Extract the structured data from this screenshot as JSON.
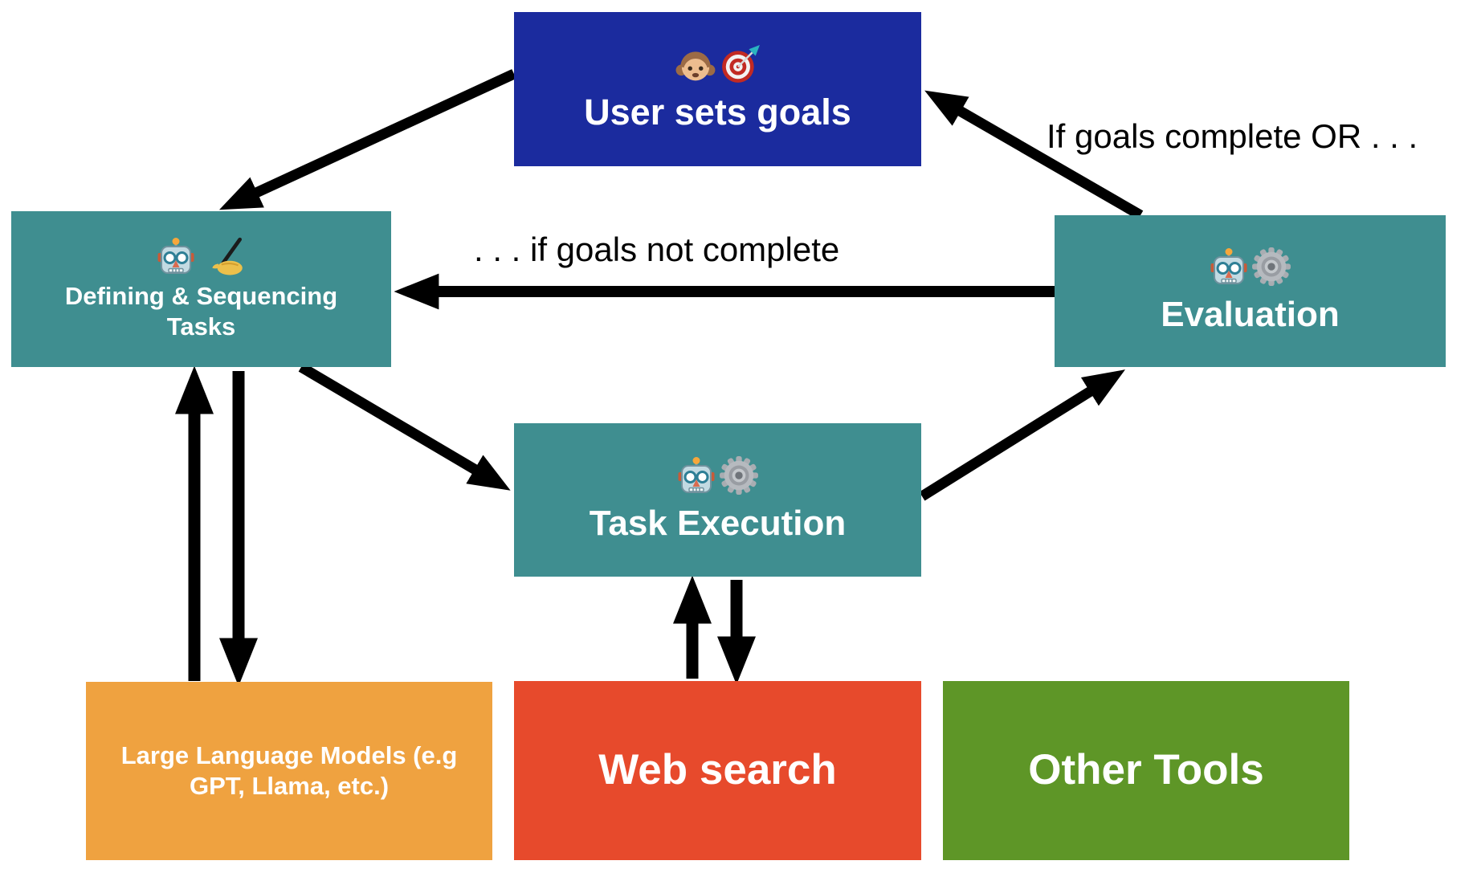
{
  "nodes": {
    "user_goals": {
      "label": "User sets goals",
      "color": "#1b2b9e",
      "icons": [
        "girl-icon",
        "target-icon"
      ]
    },
    "defining": {
      "lines": [
        "Defining & Sequencing",
        "Tasks"
      ],
      "color": "#3f8e90",
      "icons": [
        "robot-icon",
        "writing-hand-icon"
      ]
    },
    "evaluation": {
      "label": "Evaluation",
      "color": "#3f8e90",
      "icons": [
        "robot-icon",
        "gear-icon"
      ]
    },
    "task_execution": {
      "label": "Task Execution",
      "color": "#3f8e90",
      "icons": [
        "robot-icon",
        "gear-icon"
      ]
    },
    "llm": {
      "lines": [
        "Large Language Models (e.g",
        "GPT, Llama, etc.)"
      ],
      "color": "#efa240"
    },
    "web_search": {
      "label": "Web search",
      "color": "#e74a2c"
    },
    "other_tools": {
      "label": "Other Tools",
      "color": "#5e9627"
    }
  },
  "edge_labels": {
    "if_complete": "If goals complete OR . . .",
    "if_not_complete": ". . . if goals not complete"
  },
  "colors": {
    "arrow": "#000000",
    "node_text": "#ffffff",
    "edge_label_text": "#000000"
  }
}
